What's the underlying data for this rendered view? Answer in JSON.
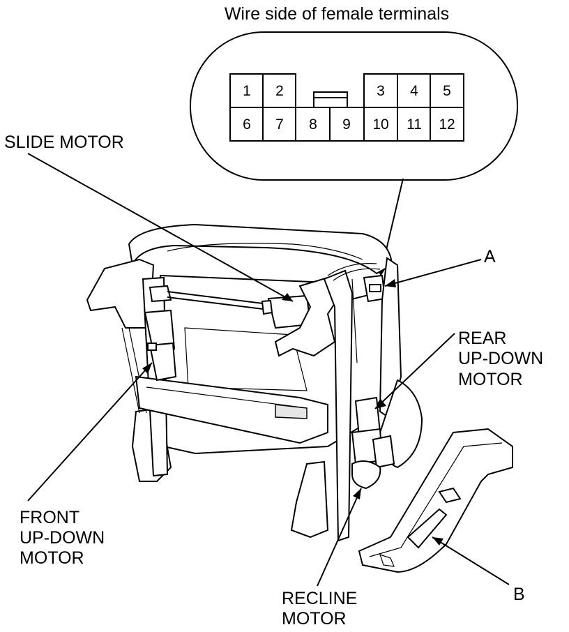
{
  "connector": {
    "title": "Wire side of female terminals",
    "pins_top": [
      "1",
      "2",
      "3",
      "4",
      "5"
    ],
    "pins_bottom": [
      "6",
      "7",
      "8",
      "9",
      "10",
      "11",
      "12"
    ]
  },
  "labels": {
    "slide_motor": "SLIDE MOTOR",
    "a": "A",
    "rear_line1": "REAR",
    "rear_line2": "UP-DOWN",
    "rear_line3": "MOTOR",
    "front_line1": "FRONT",
    "front_line2": "UP-DOWN",
    "front_line3": "MOTOR",
    "recline_line1": "RECLINE",
    "recline_line2": "MOTOR",
    "b": "B"
  }
}
